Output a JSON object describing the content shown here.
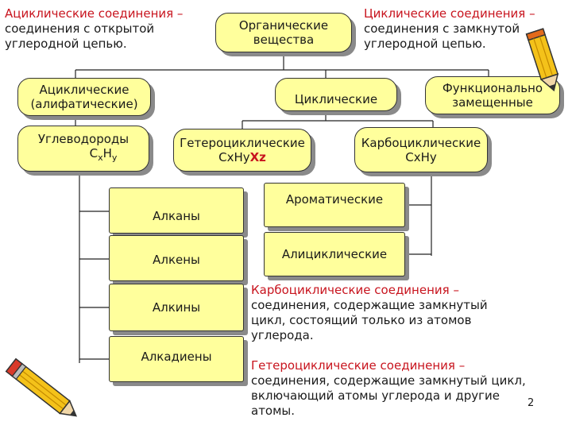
{
  "definitions": {
    "acyclic_term": "Ациклические соединения –",
    "acyclic_rest": "соединения с открытой углеродной цепью.",
    "cyclic_term": "Циклические соединения –",
    "cyclic_rest": "соединения с замкнутой углеродной цепью.",
    "carbocyclic_term": "Карбоциклические соединения –",
    "carbocyclic_rest": "соединения, содержащие замкнутый цикл, состоящий только из атомов углерода.",
    "heterocyclic_term": "Гетероциклические соединения –",
    "heterocyclic_rest": "соединения, содержащие замкнутый цикл, включающий атомы углерода и другие атомы."
  },
  "boxes": {
    "organic_1": "Органические",
    "organic_2": "вещества",
    "acyclic_1": "Ациклические",
    "acyclic_2": "(алифатические)",
    "cyclic": "Циклические",
    "functional_1": "Функционально",
    "functional_2": "замещенные",
    "hydrocarbons": "Углеводороды",
    "hc_formula_c": "C",
    "hc_formula_x": "x",
    "hc_formula_h": "H",
    "hc_formula_y": "y",
    "hetero_1": "Гетероциклические",
    "hetero_2a": "CxHy",
    "hetero_2b": "Xz",
    "carbo_1": "Карбоциклические",
    "carbo_2": "CxHy",
    "alkanes": "Алканы",
    "alkenes": "Алкены",
    "alkynes": "Алкины",
    "alkadienes": "Алкадиены",
    "aromatic": "Ароматические",
    "alicyclic": "Алициклические"
  },
  "page_number": "2",
  "colors": {
    "box_fill": "#ffff9c",
    "term_red": "#c8141e",
    "shadow": "#8a8a8a"
  },
  "icons": [
    "pencil-icon",
    "pencil-icon"
  ]
}
